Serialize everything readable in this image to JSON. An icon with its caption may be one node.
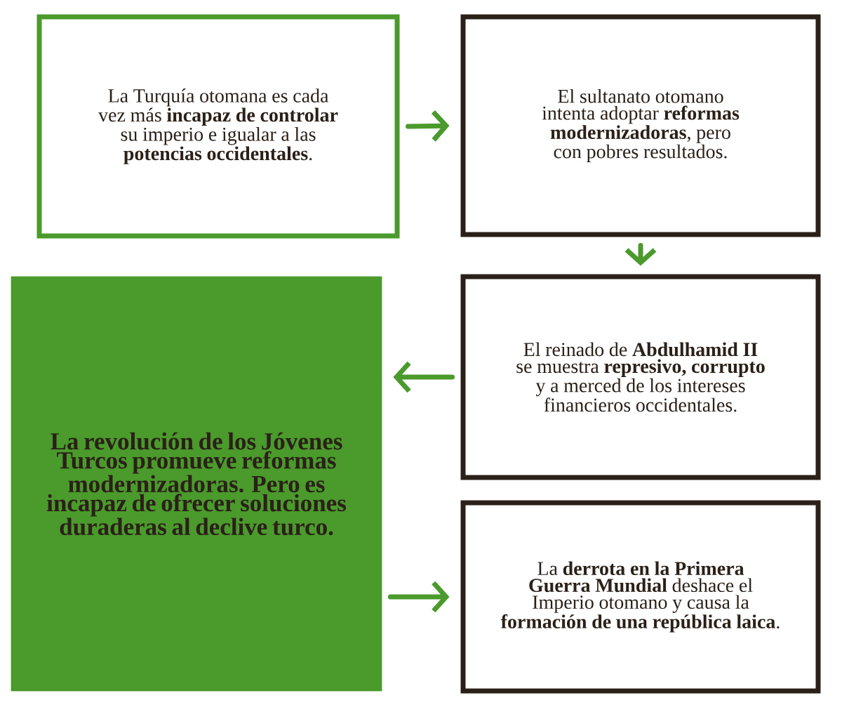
{
  "diagram": {
    "nodes": [
      {
        "text": [
          "La Turquía otomana es cada vez más **incapaz de controlar** su imperio e igualar a las **potencias occidentales**."
        ]
      },
      {
        "text": [
          "El sultanato otomano intenta adoptar **reformas modernizadoras**, pero con pobres resultados."
        ]
      },
      {
        "text": [
          "El reinado de **Abdulhamid II** se muestra **represivo, corrupto** y a merced de los intereses financieros occidentales."
        ]
      },
      {
        "text": [
          "La revolución de los Jóvenes Turcos promueve reformas modernizadoras. Pero es incapaz de ofrecer soluciones duraderas al declive turco."
        ]
      },
      {
        "text": [
          "La **derrota en la Primera Guerra Mundial** deshace el Imperio otomano y causa la **formación de una república laica**."
        ]
      }
    ],
    "edges": [
      {
        "from": 0,
        "to": 1,
        "arrow": "to"
      },
      {
        "from": 1,
        "to": 2,
        "arrow": "to"
      },
      {
        "from": 2,
        "to": 3,
        "arrow": "to"
      },
      {
        "from": 3,
        "to": 4,
        "arrow": "to"
      }
    ]
  }
}
